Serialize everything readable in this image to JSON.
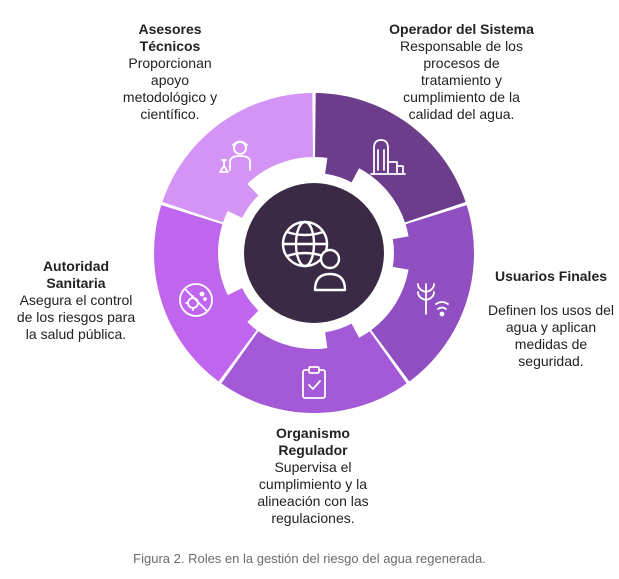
{
  "colors": {
    "segment_top_right": "#6b3d8b",
    "segment_right": "#8f4fc0",
    "segment_bottom": "#a45ad6",
    "segment_left": "#c066ee",
    "segment_top_left": "#d394f6",
    "center": "#3a2a45",
    "icon_stroke": "#ffffff"
  },
  "roles": [
    {
      "position": "top-left",
      "title": "Asesores Técnicos",
      "description": "Proporcionan apoyo metodológico y científico.",
      "icon": "scientist-icon"
    },
    {
      "position": "top-right",
      "title": "Operador del Sistema",
      "description": "Responsable de los procesos de tratamiento y cumplimiento de la calidad del agua.",
      "icon": "water-plant-icon"
    },
    {
      "position": "right",
      "title": "Usuarios Finales",
      "description": "Definen los usos del agua y aplican medidas de seguridad.",
      "icon": "crop-irrigation-icon"
    },
    {
      "position": "bottom",
      "title": "Organismo Regulador",
      "description": "Supervisa el cumplimiento y la alineación con las regulaciones.",
      "icon": "clipboard-check-icon"
    },
    {
      "position": "left",
      "title": "Autoridad Sanitaria",
      "description": "Asegura el control de los riesgos para la salud pública.",
      "icon": "virus-control-icon"
    }
  ],
  "center_icon": "global-user-icon",
  "caption": "Figura 2. Roles en la gestión del riesgo del agua regenerada."
}
